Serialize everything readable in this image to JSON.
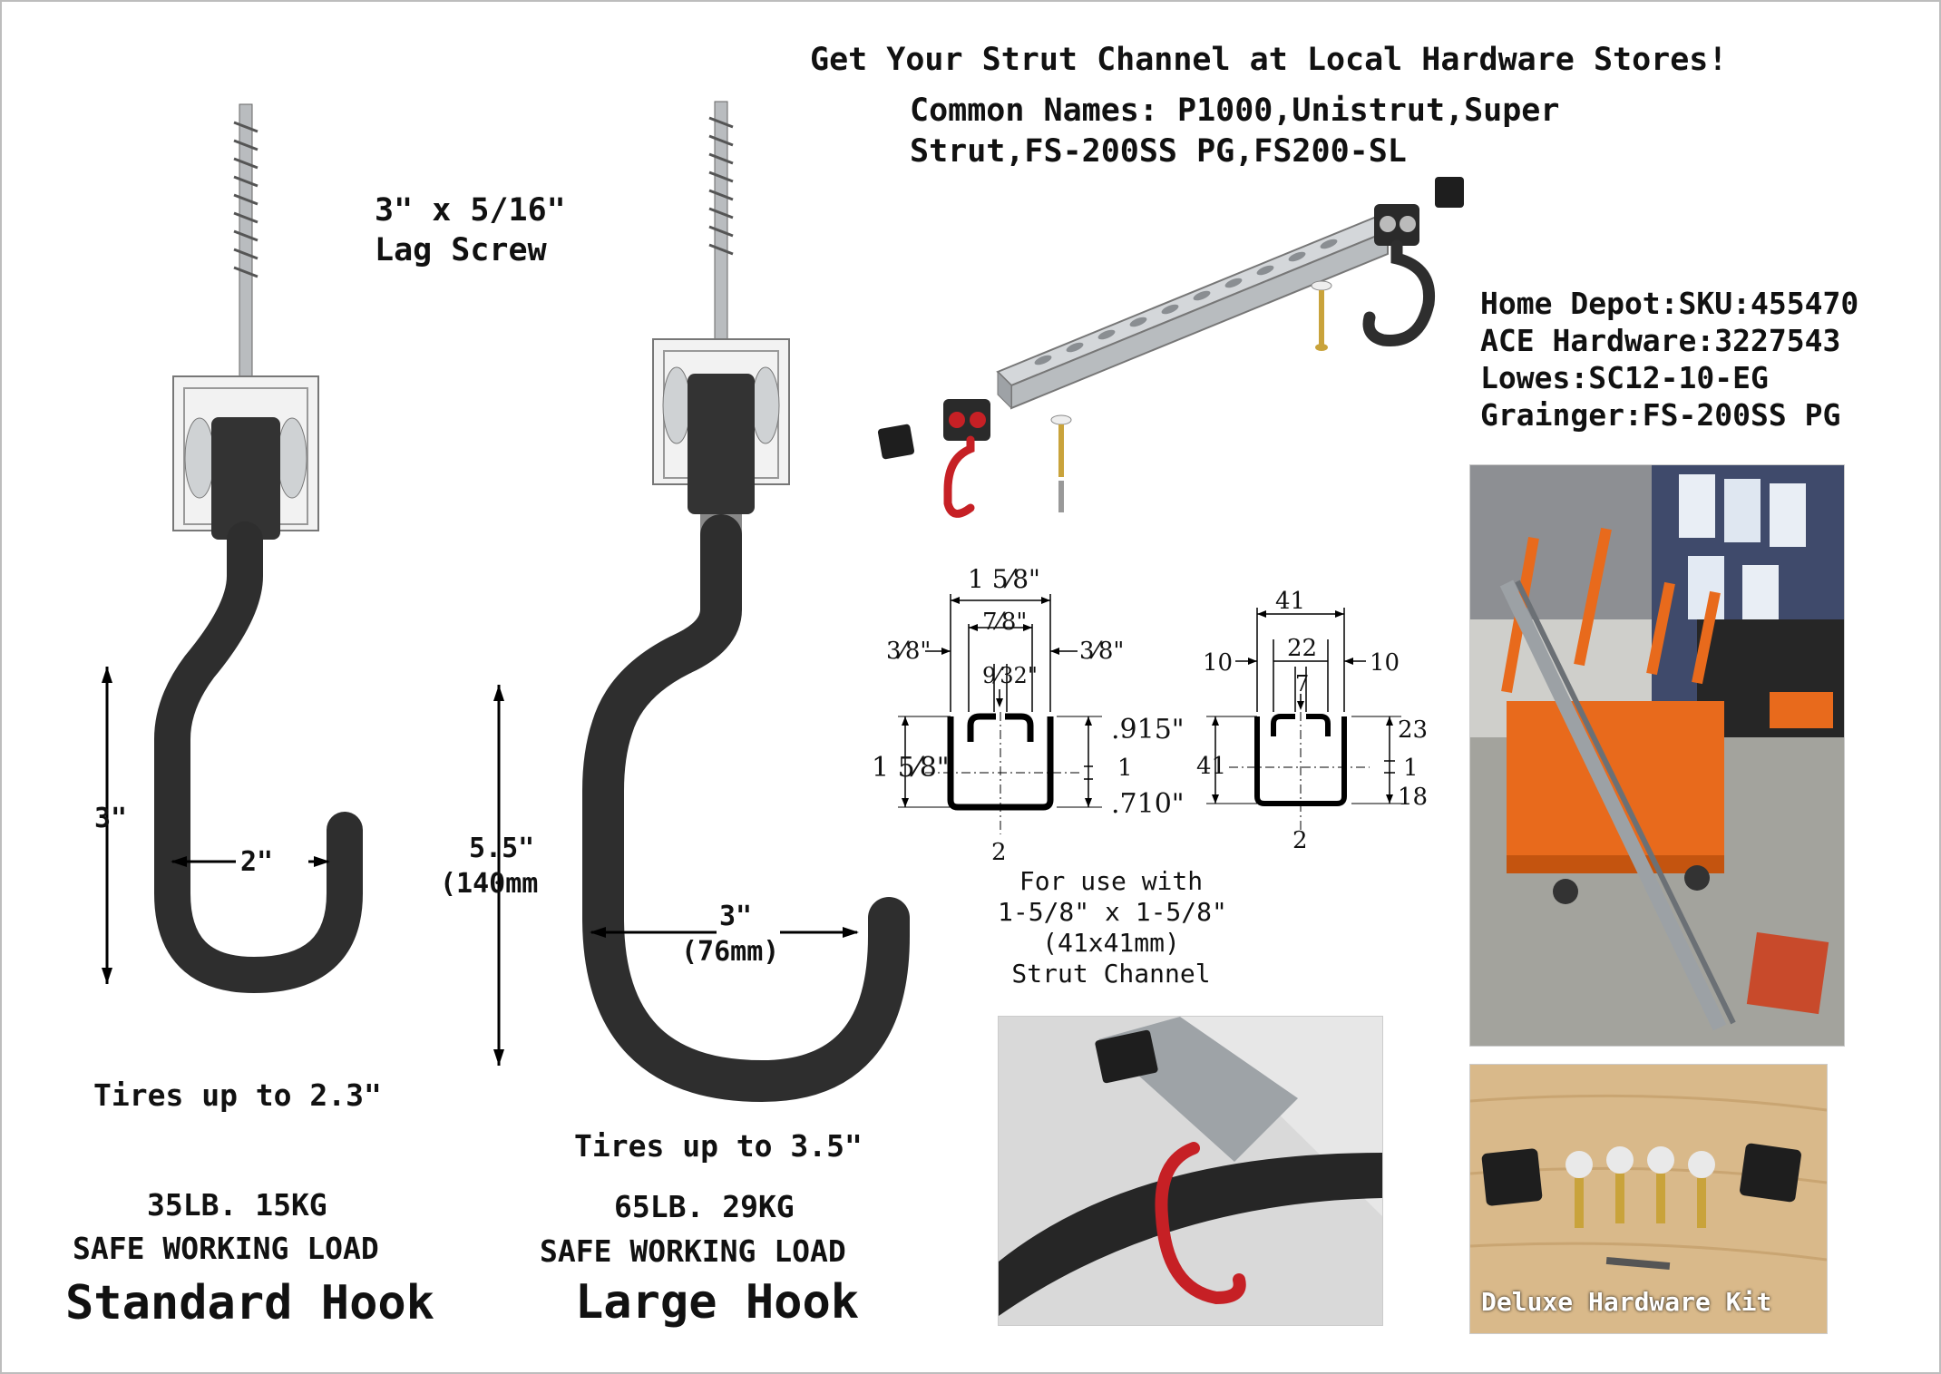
{
  "header": {
    "title": "Get Your Strut Channel at Local Hardware Stores!",
    "common_names_line1": "Common Names: P1000,Unistrut,Super",
    "common_names_line2": "Strut,FS-200SS PG,FS200-SL"
  },
  "lag_screw": {
    "line1": "3\" x 5/16\"",
    "line2": "Lag Screw"
  },
  "stores": [
    "Home Depot:SKU:455470",
    "ACE Hardware:3227543",
    "Lowes:SC12-10-EG",
    "Grainger:FS-200SS PG"
  ],
  "standard_hook": {
    "height_label": "3\"",
    "width_label": "2\"",
    "tires": "Tires up to 2.3\"",
    "load_weight": "35LB. 15KG",
    "load_label": "SAFE WORKING LOAD",
    "name": "Standard Hook"
  },
  "large_hook": {
    "height_label": "5.5\"",
    "height_mm": "(140mm",
    "width_label": "3\"",
    "width_mm": "(76mm)",
    "tires": "Tires up to 3.5\"",
    "load_weight": "65LB. 29KG",
    "load_label": "SAFE WORKING LOAD",
    "name": "Large Hook"
  },
  "diagram_imperial": {
    "top_width": "1 5⁄8\"",
    "inner_width": "7⁄8\"",
    "left_lip": "3⁄8\"",
    "right_lip": "3⁄8\"",
    "slot": "9⁄32\"",
    "height": "1 5⁄8\"",
    "upper": ".915\"",
    "mid": "1",
    "lower": ".710\"",
    "bottom": "2"
  },
  "diagram_metric": {
    "top_width": "41",
    "inner_width": "22",
    "left_lip": "10",
    "right_lip": "10",
    "slot": "7",
    "height": "41",
    "upper": "23",
    "mid": "1",
    "lower": "18",
    "bottom": "2"
  },
  "usage_note": {
    "line1": "For use with",
    "line2": "1-5/8\" x 1-5/8\"",
    "line3": "(41x41mm)",
    "line4": "Strut Channel"
  },
  "kit_photo": {
    "caption": "Deluxe Hardware Kit"
  },
  "colors": {
    "hook_black": "#2e2e2e",
    "hook_red": "#c62025",
    "cart_orange": "#e86a1c",
    "steel": "#bfc3c7",
    "wood": "#d9b98a"
  }
}
